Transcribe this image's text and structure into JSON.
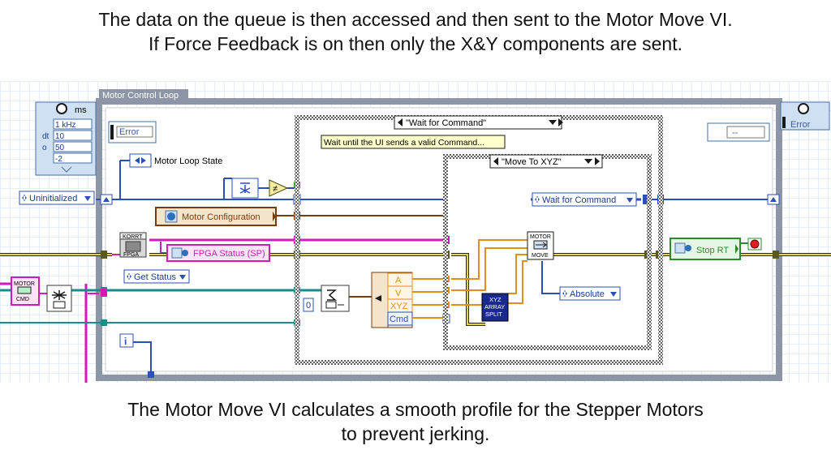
{
  "captions": {
    "top_line1": "The data on the queue is then accessed and then sent to the Motor Move VI.",
    "top_line2": "If Force Feedback is on then only the X&Y components are sent.",
    "bottom_line1": "The Motor Move VI calculates a smooth profile for the Stepper Motors",
    "bottom_line2": "to prevent jerking."
  },
  "block_diagram": {
    "loop_label": "Motor Control Loop",
    "timing": {
      "units": "ms",
      "frequency": "1 kHz",
      "dt": "10",
      "offset": "50",
      "priority": "-2",
      "dt_label": "dt",
      "offset_label": "o"
    },
    "error_in_label": "Error",
    "error_out_label": "Error",
    "error_cluster_value": "--",
    "motor_loop_state_label": "Motor Loop State",
    "initial_state": "Uninitialized",
    "outer_case_selector": "\"Wait for Command\"",
    "comment": "Wait until the UI sends a valid Command...",
    "inner_case_selector": "\"Move To XYZ\"",
    "next_state_constant": "Wait for Command",
    "motor_configuration_label": "Motor Configuration",
    "fpga_status_label": "FPGA Status (SP)",
    "fpga_icon_label_top": "KORRT",
    "fpga_icon_label_bottom": "FPGA",
    "get_status_constant": "Get Status",
    "motor_cmd_icon_top": "MOTOR",
    "motor_cmd_icon_bottom": "CMD",
    "dequeue_timeout": "0",
    "unbundle_fields": [
      "A",
      "V",
      "XYZ",
      "Cmd"
    ],
    "array_split_icon": [
      "XYZ",
      "ARRAY",
      "SPLIT"
    ],
    "motor_move_icon_top": "MOTOR",
    "motor_move_icon_bottom": "MOVE",
    "motion_mode": "Absolute",
    "stop_label": "Stop RT",
    "iteration_label": "i"
  }
}
